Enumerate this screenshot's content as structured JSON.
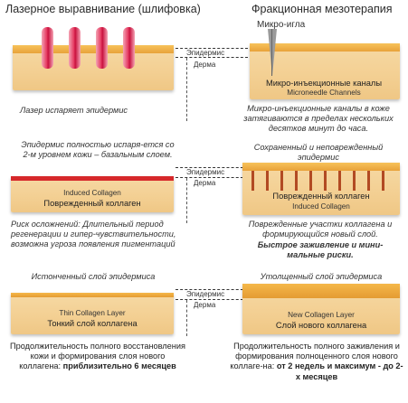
{
  "headers": {
    "left": "Лазерное выравнивание (шлифовка)",
    "right": "Фракционная мезотерапия"
  },
  "needle_label": "Микро-игла",
  "layer_labels": {
    "epidermis": "Эпидермис",
    "dermis": "Дерма"
  },
  "row1": {
    "channels_title": "Микро-инъекционные каналы",
    "channels_en": "Microneedle Channels",
    "left_caption": "Лазер испаряет эпидермис",
    "right_caption": "Микро-инъекционные каналы в коже затягиваются в пределах нескольких десятков минут до часа."
  },
  "row2": {
    "left_caption_top": "Эпидермис полностью испаря-ется со 2-м уровнем кожи – базальным слоем.",
    "right_caption_top": "Сохраненный и неповрежденный эпидермис",
    "left_collagen_en": "Induced Collagen",
    "left_collagen_ru": "Поврежденный коллаген",
    "right_collagen_ru": "Поврежденный коллаген",
    "right_collagen_en": "Induced Collagen",
    "left_caption_bottom": "Риск осложнений: Длительный период регенерации и гипер-чувствительности, возможна угроза появления пигментаций",
    "right_caption_bottom": "Поврежденные участки коллагена и формирующийся новый слой.",
    "right_caption_bold": "Быстрое заживление и мини-мальные риски."
  },
  "row3": {
    "left_caption_top": "Истонченный слой эпидермиса",
    "right_caption_top": "Утолщенный слой эпидермиса",
    "left_collagen_en": "Thin Collagen Layer",
    "left_collagen_ru": "Тонкий слой коллагена",
    "right_collagen_en": "New Collagen Layer",
    "right_collagen_ru": "Слой нового коллагена",
    "left_footer": "Продолжительность полного восстановления кожи и формирования слоя нового коллагена:",
    "left_footer_bold": "приблизительно 6 месяцев",
    "right_footer": "Продолжительность полного заживления и формирования полноценного слоя нового коллаге-на:",
    "right_footer_bold": "от 2 недель и максимум - до 2-х месяцев"
  },
  "colors": {
    "epidermis": "#e8a23a",
    "dermis": "#f3cf92",
    "laser": "#d61f4a",
    "damaged_top": "#d6282a",
    "channels": "#b24a23"
  }
}
